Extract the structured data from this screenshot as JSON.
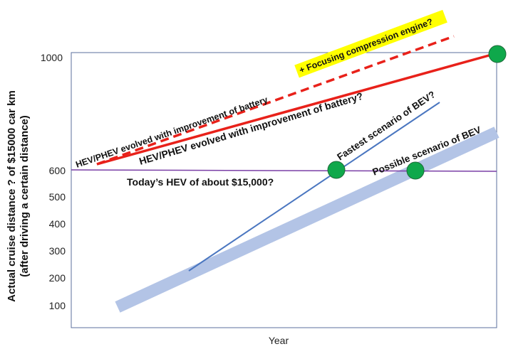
{
  "axes": {
    "x_label": "Year",
    "y_label_line1": "Actual cruise distance ? of $15000 car km",
    "y_label_line2": "(after driving a certain distance)",
    "y_ticks": [
      "1000",
      "600",
      "500",
      "400",
      "300",
      "200",
      "100"
    ]
  },
  "annotations": {
    "hev_phev_battery_dashed": "HEV/PHEV evolved with improvement of battery",
    "plus_compression": "+ Focusing compression engine?",
    "hev_phev_battery_solid": "HEV/PHEV evolved with improvement of battery?",
    "fastest_bev": "Fastest scenario of BEV?",
    "possible_bev": "Possible scenario of BEV",
    "todays_hev": "Today’s HEV of about $15,000?"
  },
  "colors": {
    "axis_box": "#5b6f9e",
    "red": "#e8211a",
    "purple": "#7a3fa6",
    "blue_line": "#4a76c0",
    "blue_band": "#b3c4e6",
    "marker_green": "#0fa84b",
    "highlight_yellow": "#ffff00"
  }
}
